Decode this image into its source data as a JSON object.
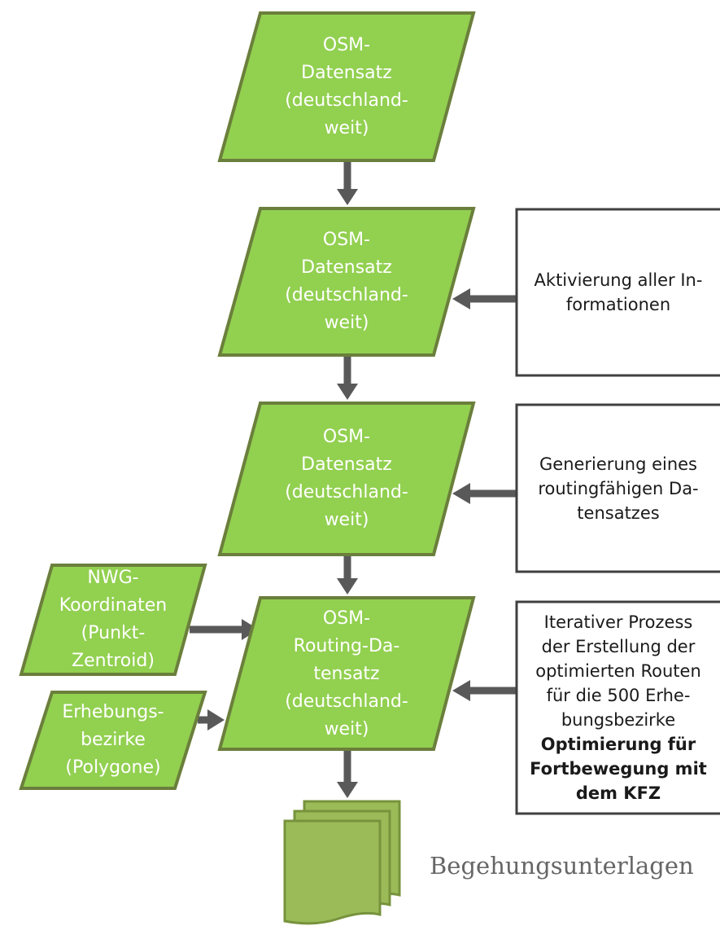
{
  "colors": {
    "shape_fill": "#92d050",
    "shape_stroke": "#6b7f3c",
    "arrow": "#595959",
    "box_stroke": "#404040",
    "document_fill": "#9bbb59",
    "document_stroke": "#77933c",
    "shape_text": "#ffffff"
  },
  "nodes": {
    "osm1": [
      "OSM-",
      "Datensatz",
      "(deutschland-",
      "weit)"
    ],
    "osm2": [
      "OSM-",
      "Datensatz",
      "(deutschland-",
      "weit)"
    ],
    "osm3": [
      "OSM-",
      "Datensatz",
      "(deutschland-",
      "weit)"
    ],
    "osm4": [
      "OSM-",
      "Routing-Da-",
      "tensatz",
      "(deutschland-",
      "weit)"
    ],
    "nwg": [
      "NWG-",
      "Koordinaten",
      "(Punkt-",
      "Zentroid)"
    ],
    "erhebung": [
      "Erhebungs-",
      "bezirke",
      "(Polygone)"
    ]
  },
  "process_boxes": {
    "aktivierung": [
      "Aktivierung aller In-",
      "formationen"
    ],
    "generierung": [
      "Generierung eines",
      "routingfähigen Da-",
      "tensatzes"
    ],
    "iterativ": [
      "Iterativer Prozess",
      "der Erstellung der",
      "optimierten Routen",
      "für die 500 Erhe-",
      "bungsbezirke"
    ],
    "iterativ_bold": [
      "Optimierung für",
      "Fortbewegung mit",
      "dem KFZ"
    ]
  },
  "document": {
    "icon": "multi-document-icon",
    "label": "Begehungsunterlagen"
  }
}
